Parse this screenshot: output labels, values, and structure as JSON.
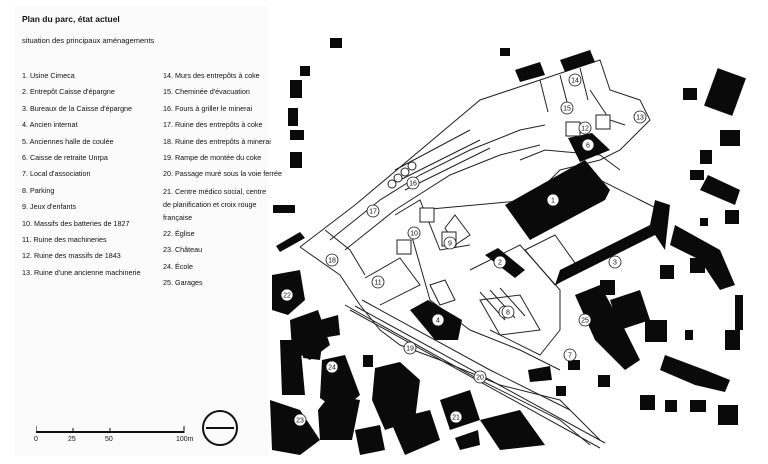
{
  "title": "Plan du parc, état actuel",
  "subtitle": "situation des principaux aménagements",
  "legend_left": [
    "1. Usine Cimeca",
    "2. Entrepôt Caisse d'épargne",
    "3. Bureaux de la Caisse d'épargne",
    "4. Ancien internat",
    "5. Anciennes halle de coulée",
    "6. Caisse de retraite Unrpa",
    "7. Local d'association",
    "8. Parking",
    "9. Jeux d'enfants",
    "10. Massifs des batteries de 1827",
    "11. Ruine des machineries",
    "12. Ruine des massifs de 1843",
    "13. Ruine d'une ancienne machinerie"
  ],
  "legend_right": [
    "14. Murs des entrepôts à coke",
    "15. Cheminée d'évacuation",
    "16. Fours à griller le minerai",
    "17. Ruine des entrepôts à coke",
    "18. Ruine des entrepôts à minerai",
    "19. Rampe de montée du coke",
    "20. Passage muré sous la voie ferrée",
    "21. Centre médico social, centre de planification et croix rouge française",
    "22. Église",
    "23. Château",
    "24. École",
    "25. Garages"
  ],
  "scale": {
    "labels": [
      "0",
      "25",
      "50",
      "100m"
    ]
  },
  "markers": [
    "1",
    "2",
    "3",
    "4",
    "5",
    "6",
    "7",
    "8",
    "9",
    "10",
    "11",
    "12",
    "13",
    "14",
    "15",
    "16",
    "17",
    "18",
    "19",
    "20",
    "21",
    "22",
    "23",
    "24",
    "25"
  ]
}
